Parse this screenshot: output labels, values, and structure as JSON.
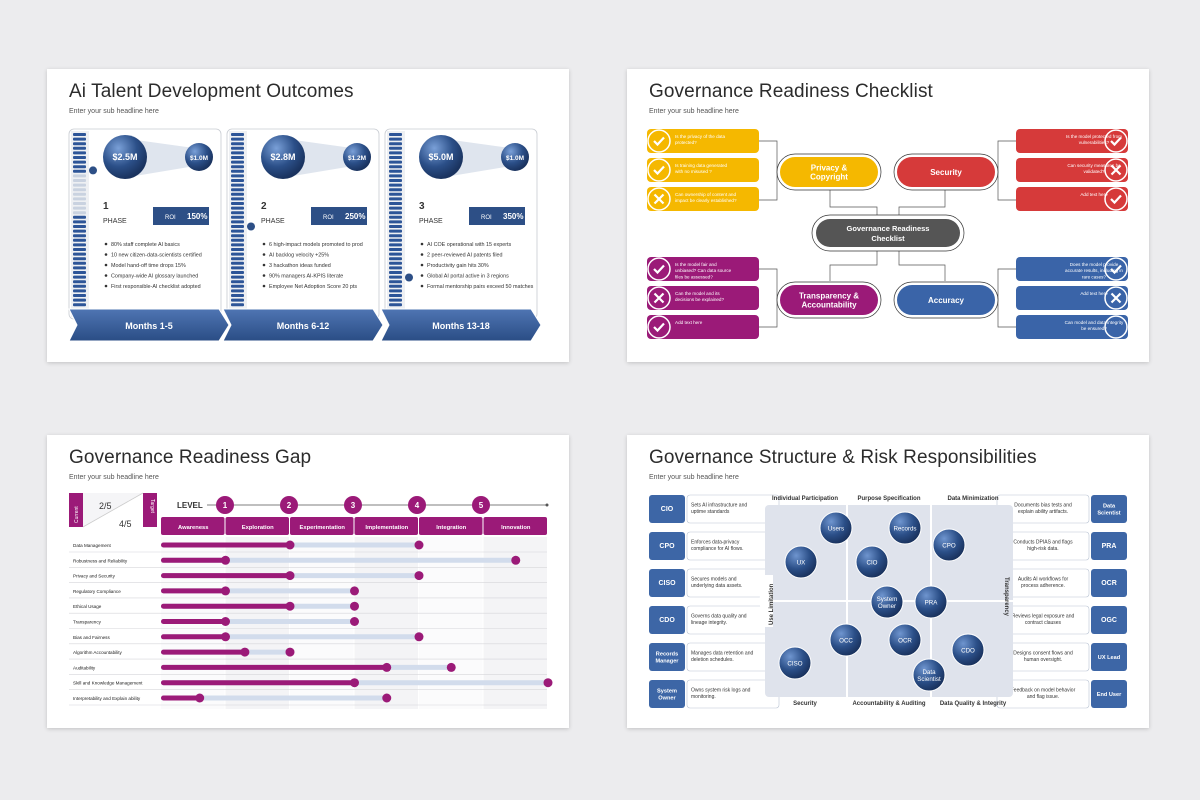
{
  "colors": {
    "navy": "#2d4f86",
    "navy_dark": "#1f3a6a",
    "yellow": "#f5b800",
    "red": "#d63a3a",
    "magenta": "#9b1a78",
    "blue": "#3a64a8",
    "gray": "#555555"
  },
  "slide1": {
    "title": "Ai Talent Development Outcomes",
    "subtitle": "Enter your sub headline  here",
    "phases": [
      {
        "big": "$2.5M",
        "small": "$1.0M",
        "num": "1",
        "phase": "PHASE",
        "roi_label": "ROI",
        "roi": "150%",
        "bullets": [
          "80% staff complete AI basics",
          "10 new citizen-data-scientists certified",
          "Model hand-off time drops 15%",
          "Company-wide AI glossary launched",
          "First responsible-AI checklist adopted"
        ],
        "months": "Months 1-5",
        "fill": 0.22
      },
      {
        "big": "$2.8M",
        "small": "$1.2M",
        "num": "2",
        "phase": "PHASE",
        "roi_label": "ROI",
        "roi": "250%",
        "bullets": [
          "6 high-impact models promoted to prod",
          "AI backlog velocity +25%",
          "3 hackathon ideas funded",
          "90% managers AI-KPIS literate",
          "Employee Net Adoption Score 20 pts"
        ],
        "months": "Months 6-12",
        "fill": 0.55
      },
      {
        "big": "$5.0M",
        "small": "$1.0M",
        "num": "3",
        "phase": "PHASE",
        "roi_label": "ROI",
        "roi": "350%",
        "bullets": [
          "AI COE operational with 15 experts",
          "2 peer-reviewed AI patents filed",
          "Productivity gain hits 30%",
          "Global AI portal active in 3 regions",
          "Formal mentorship pairs exceed 50 matches"
        ],
        "months": "Months 13-18",
        "fill": 0.85
      }
    ]
  },
  "slide2": {
    "title": "Governance Readiness Checklist",
    "subtitle": "Enter your sub headline  here",
    "center": "Governance Readiness Checklist",
    "privacy": {
      "label": "Privacy & Copyright",
      "items": [
        {
          "text": "Is the privacy of the data protected?",
          "status": "check"
        },
        {
          "text": "Is training data generated with no misused ?",
          "status": "check"
        },
        {
          "text": "Can ownership of content and impact be clearly established?",
          "status": "cross"
        }
      ]
    },
    "security": {
      "label": "Security",
      "items": [
        {
          "text": "Is the model protected from vulnerabilities?",
          "status": "check"
        },
        {
          "text": "Can security measures be validated?",
          "status": "cross"
        },
        {
          "text": "Add text here",
          "status": "check"
        }
      ]
    },
    "transparency": {
      "label": "Transparency & Accountability",
      "items": [
        {
          "text": "Is the model fair and unbiased? Can data source files be assessed?",
          "status": "check"
        },
        {
          "text": "Can the model and its decisions be explained?",
          "status": "cross"
        },
        {
          "text": "Add text here",
          "status": "check"
        }
      ]
    },
    "accuracy": {
      "label": "Accuracy",
      "items": [
        {
          "text": "Does the model provide accurate results, including in rare cases?",
          "status": "check"
        },
        {
          "text": "Add text here",
          "status": "cross"
        },
        {
          "text": "Can model and data integrity be ensured?",
          "status": "none"
        }
      ]
    }
  },
  "slide3": {
    "title": "Governance Readiness Gap",
    "subtitle": "Enter your sub headline  here",
    "current_label": "Current",
    "target_label": "Target",
    "current_value": "2/5",
    "target_value": "4/5",
    "level_label": "LEVEL",
    "levels": [
      "1",
      "2",
      "3",
      "4",
      "5"
    ],
    "columns": [
      "Awareness",
      "Exploration",
      "Experimentation",
      "Implementation",
      "Integration",
      "Innovation"
    ],
    "rows": [
      {
        "label": "Data Management",
        "current": 2,
        "target": 4
      },
      {
        "label": "Robustness and Reliability",
        "current": 1,
        "target": 5.5
      },
      {
        "label": "Privacy and Security",
        "current": 2,
        "target": 4
      },
      {
        "label": "Regulatory Compliance",
        "current": 1,
        "target": 3
      },
      {
        "label": "Ethical Usage",
        "current": 2,
        "target": 3
      },
      {
        "label": "Transparency",
        "current": 1,
        "target": 3
      },
      {
        "label": "Bias and Fairness",
        "current": 1,
        "target": 4
      },
      {
        "label": "Algorithm Accountability",
        "current": 1.3,
        "target": 2
      },
      {
        "label": "Auditability",
        "current": 3.5,
        "target": 4.5
      },
      {
        "label": "Skill and Knowledge Management",
        "current": 3,
        "target": 6
      },
      {
        "label": "Interpretability and Explain ability",
        "current": 0.6,
        "target": 3.5
      }
    ]
  },
  "slide4": {
    "title": "Governance Structure & Risk Responsibilities",
    "subtitle": "Enter your sub headline  here",
    "left_roles": [
      {
        "role": "CIO",
        "desc": "Sets AI infrastructure and uptime standards"
      },
      {
        "role": "CPO",
        "desc": "Enforces data-privacy compliance for AI flows."
      },
      {
        "role": "CISO",
        "desc": "Secures models and underlying data assets."
      },
      {
        "role": "CDO",
        "desc": "Governs data quality and lineage integrity."
      },
      {
        "role": "Records Manager",
        "desc": "Manages data retention and deletion schedules."
      },
      {
        "role": "System Owner",
        "desc": "Owns system risk logs and monitoring."
      }
    ],
    "right_roles": [
      {
        "role": "Data Scientist",
        "desc": "Documents bias tests and explain ability artifacts."
      },
      {
        "role": "PRA",
        "desc": "Conducts DPIAS and flags high-risk data."
      },
      {
        "role": "OCR",
        "desc": "Audits AI workflows for process adherence."
      },
      {
        "role": "OGC",
        "desc": "Reviews legal exposure and contract clauses"
      },
      {
        "role": "UX Lead",
        "desc": "Designs consent flows and human oversight."
      },
      {
        "role": "End User",
        "desc": "Feedback on model behavior and flag issue."
      }
    ],
    "top_labels": [
      "Individual Participation",
      "Purpose Specification",
      "Data Minimization"
    ],
    "bottom_labels": [
      "Security",
      "Accountability & Auditing",
      "Data Quality & Integrity"
    ],
    "left_side": "Use Limitation",
    "right_side": "Transparency",
    "nodes": [
      "Users",
      "Records",
      "UX",
      "CIO",
      "CPO",
      "System Owner",
      "PRA",
      "OCC",
      "OCR",
      "CDO",
      "CISO",
      "Data Scientist"
    ]
  }
}
